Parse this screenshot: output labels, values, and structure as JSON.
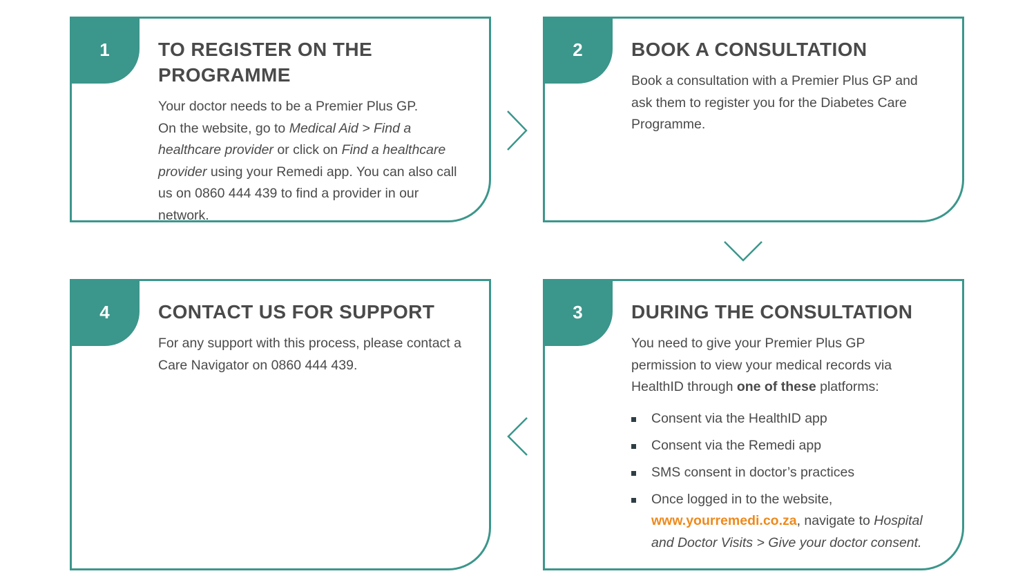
{
  "steps": {
    "step1": {
      "number": "1",
      "title_line1": "TO REGISTER ON THE",
      "title_line2": "PROGRAMME",
      "text_a": "Your doctor needs to be a Premier Plus GP.",
      "text_b": "On the website, go to ",
      "text_c": "Medical Aid",
      "text_d": " > ",
      "text_e": "Find a healthcare provider",
      "text_f": " or click on ",
      "text_g": "Find a healthcare provider",
      "text_h": " using your Remedi app. You can also call us on 0860 444 439 to find a provider in our network."
    },
    "step2": {
      "number": "2",
      "title": "BOOK A CONSULTATION",
      "text": "Book a consultation with a Premier Plus GP and ask them to register you for the Diabetes Care Programme."
    },
    "step3": {
      "number": "3",
      "title": "DURING THE CONSULTATION",
      "intro_a": "You need to give your Premier Plus GP permission to view your medical records via HealthID through ",
      "intro_bold": "one of these",
      "intro_b": " platforms:",
      "bullets": [
        "Consent via the HealthID app",
        "Consent via the Remedi app",
        "SMS consent in doctor’s practices"
      ],
      "last_bullet": {
        "a": "Once logged in to the website,",
        "link": "www.yourremedi.co.za",
        "b": ", navigate to ",
        "c": "Hospital and Doctor Visits",
        "d": " > ",
        "e": "Give your doctor consent."
      }
    },
    "step4": {
      "number": "4",
      "title": "CONTACT US FOR SUPPORT",
      "text": "For any support with this process, please contact a Care Navigator on 0860 444 439."
    }
  },
  "colors": {
    "accent": "#3b968b",
    "text": "#4a4a4a",
    "link": "#ee8a1c",
    "bullet": "#2f3e45"
  },
  "icons": {
    "arrow_1_to_2": "chevron-right-icon",
    "arrow_2_to_3": "chevron-down-icon",
    "arrow_3_to_4": "chevron-left-icon"
  }
}
